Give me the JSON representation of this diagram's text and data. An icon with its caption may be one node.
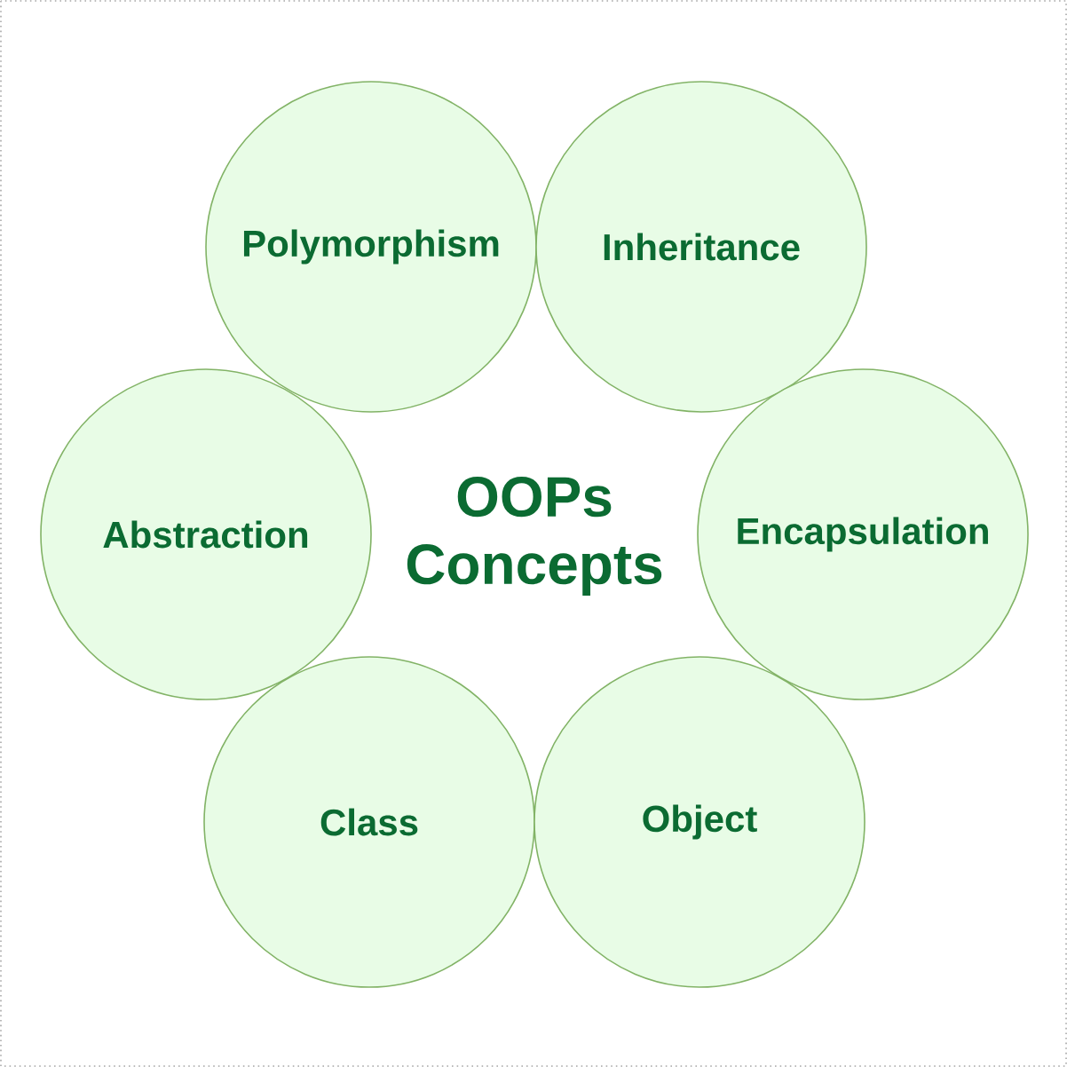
{
  "diagram": {
    "title": "OOPs Concepts",
    "nodes": [
      {
        "text": [
          "Polymorphism"
        ]
      },
      {
        "text": [
          "Inheritance"
        ]
      },
      {
        "text": [
          "Abstraction"
        ]
      },
      {
        "text": [
          "Encapsulation"
        ]
      },
      {
        "text": [
          "Class"
        ]
      },
      {
        "text": [
          "Object"
        ]
      }
    ],
    "edges": []
  }
}
